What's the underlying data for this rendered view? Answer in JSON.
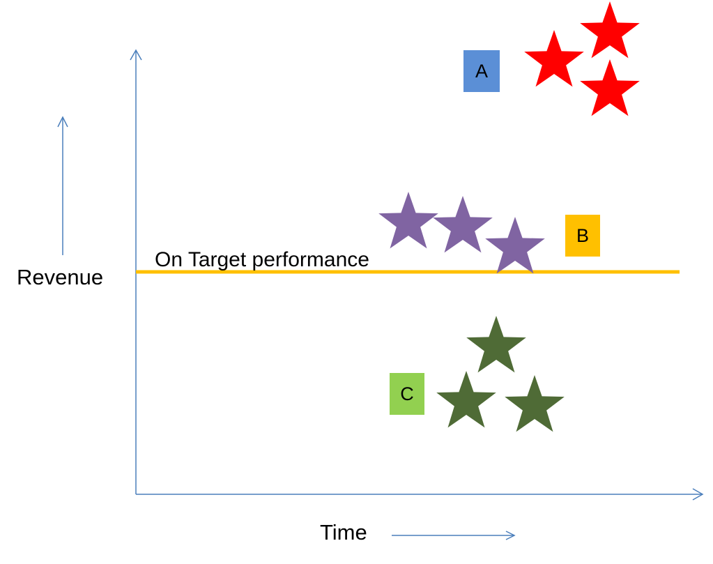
{
  "labels": {
    "revenue": "Revenue",
    "time": "Time",
    "target": "On Target performance"
  },
  "groups": [
    {
      "id": "A",
      "label": "A",
      "box_color": "#5b8fd6",
      "star_color": "#ff0000",
      "star_count": 3
    },
    {
      "id": "B",
      "label": "B",
      "box_color": "#ffc000",
      "star_color": "#8064a2",
      "star_count": 3
    },
    {
      "id": "C",
      "label": "C",
      "box_color": "#92d050",
      "star_color": "#4f6b36",
      "star_count": 3
    }
  ],
  "colors": {
    "axis": "#4a7ebb",
    "target_line": "#ffc000"
  }
}
